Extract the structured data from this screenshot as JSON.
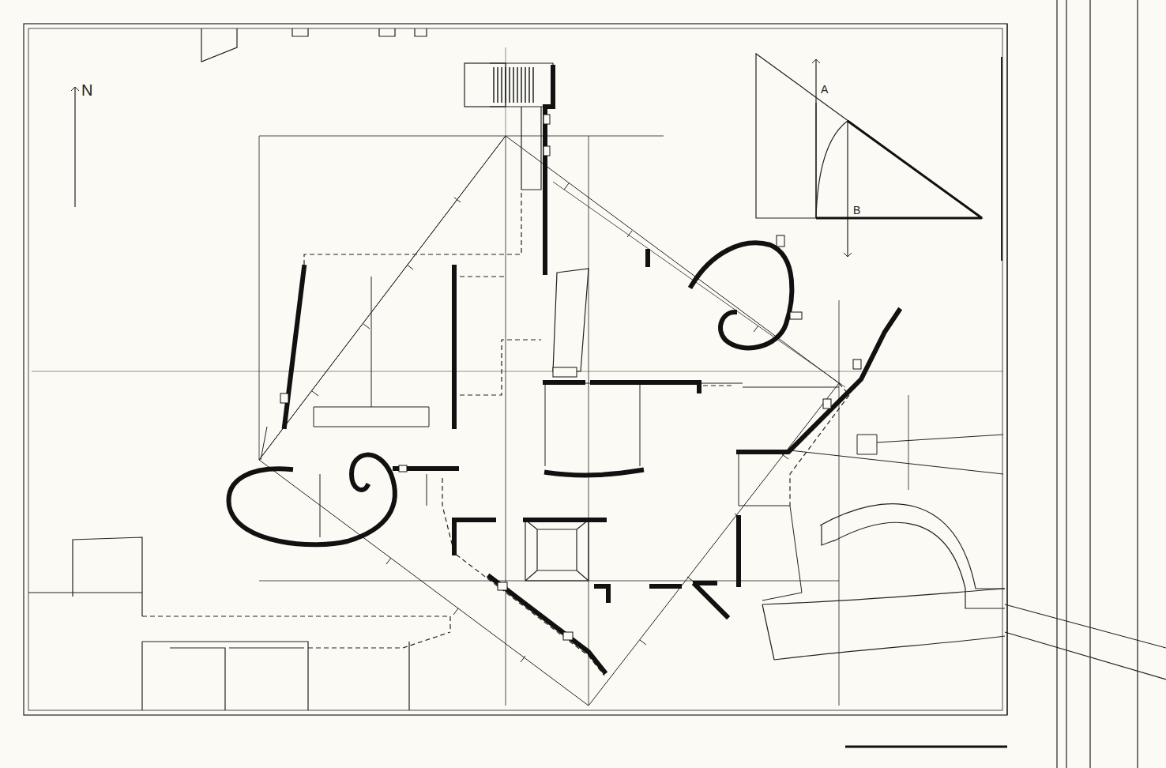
{
  "diagram": {
    "labels": [
      "N",
      "A",
      "B"
    ]
  }
}
